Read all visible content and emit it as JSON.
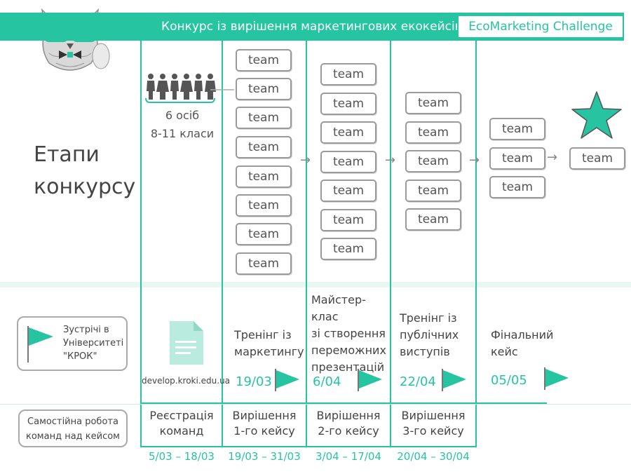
{
  "header": {
    "title": "Конкурс із вирішення маркетингових екокейсів",
    "brand": "EcoMarketing Challenge"
  },
  "stages_title": [
    "Етапи",
    "конкурсу"
  ],
  "participants": {
    "people_count": 6,
    "label_1": "6 осіб",
    "label_2": "8-11 класи"
  },
  "team_label": "team",
  "stage_team_counts": [
    8,
    7,
    5,
    3,
    1
  ],
  "legend": {
    "meetings": [
      "Зустрічі в",
      "Університеті",
      "\"КРОК\""
    ],
    "independent": [
      "Самостійна робота",
      "команд над кейсом"
    ]
  },
  "site": "develop.kroki.edu.ua",
  "trainings": [
    {
      "lines": [
        "Тренінг із",
        "маркетингу"
      ],
      "date": "19/03"
    },
    {
      "lines": [
        "Майстер-клас",
        "зі створення",
        "переможних",
        "презентацій"
      ],
      "date": "6/04"
    },
    {
      "lines": [
        "Тренінг із",
        "публічних",
        "виступів"
      ],
      "date": "22/04"
    },
    {
      "lines": [
        "Фінальний",
        "кейс"
      ],
      "date": "05/05"
    }
  ],
  "phases": [
    {
      "lines": [
        "Реєстрація",
        "команд"
      ],
      "dates": "5/03 – 18/03"
    },
    {
      "lines": [
        "Вирішення",
        "1-го кейсу"
      ],
      "dates": "19/03 – 31/03"
    },
    {
      "lines": [
        "Вирішення",
        "2-го кейсу"
      ],
      "dates": "3/04 – 17/04"
    },
    {
      "lines": [
        "Вирішення",
        "3-го кейсу"
      ],
      "dates": "20/04 – 30/04"
    }
  ],
  "colors": {
    "accent": "#27c4a1",
    "gray": "#9a9a9a",
    "text": "#444444"
  },
  "icons": [
    "owl-mascot-icon",
    "person-icon",
    "flag-icon",
    "document-icon",
    "star-icon",
    "arrow-right-icon"
  ]
}
